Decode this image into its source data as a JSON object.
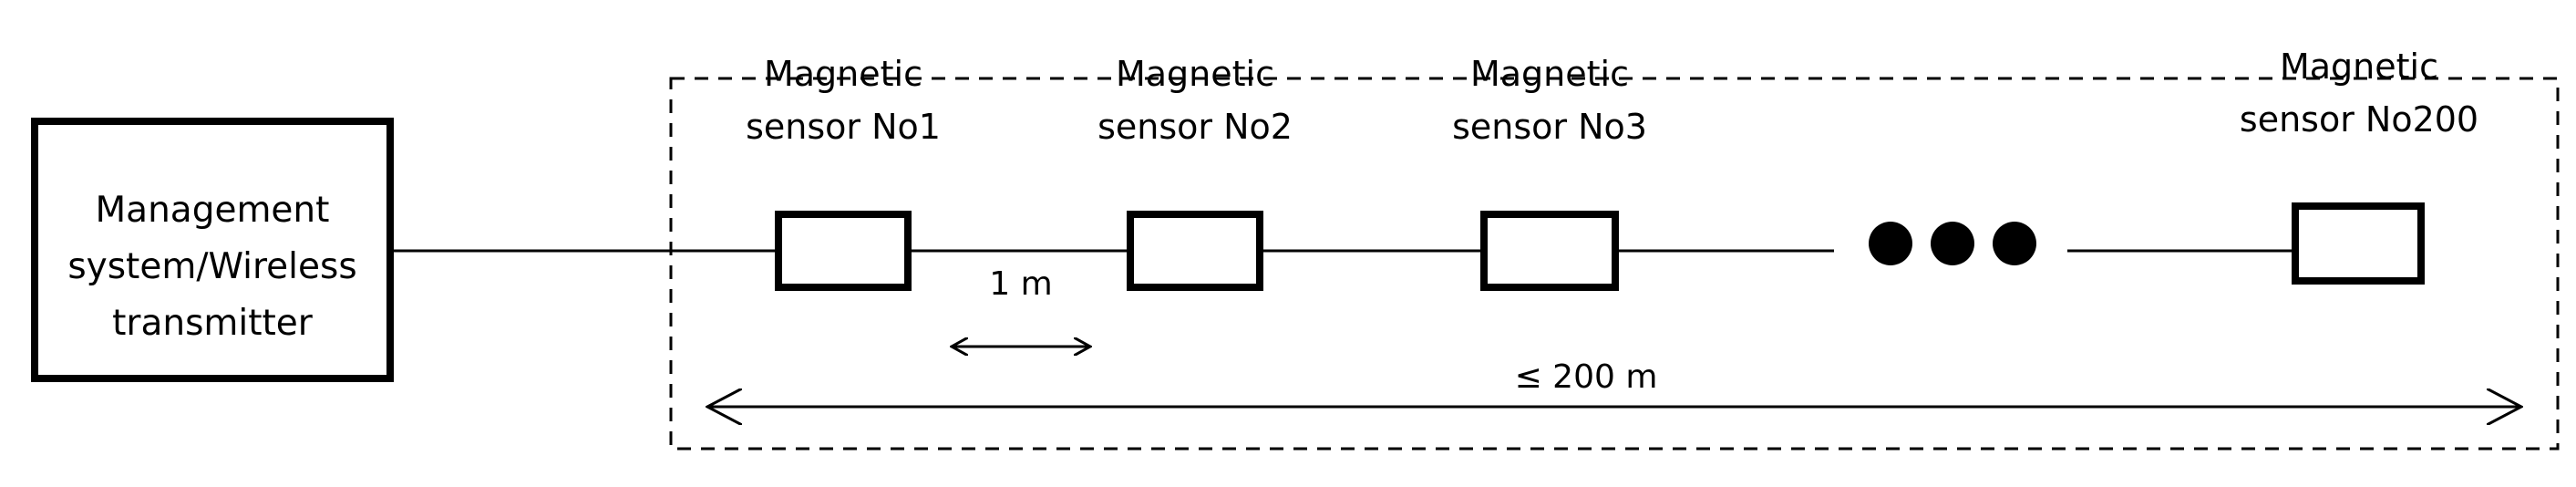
{
  "management": {
    "line1": "Management",
    "line2": "system/Wireless",
    "line3": "transmitter"
  },
  "sensors": [
    {
      "line1": "Magnetic",
      "line2": "sensor No1"
    },
    {
      "line1": "Magnetic",
      "line2": "sensor No2"
    },
    {
      "line1": "Magnetic",
      "line2": "sensor No3"
    },
    {
      "line1": "Magnetic",
      "line2": "sensor No200"
    }
  ],
  "dimensions": {
    "spacing": "1 m",
    "total": "≤ 200 m"
  },
  "colors": {
    "stroke": "#000000",
    "background": "#ffffff"
  }
}
